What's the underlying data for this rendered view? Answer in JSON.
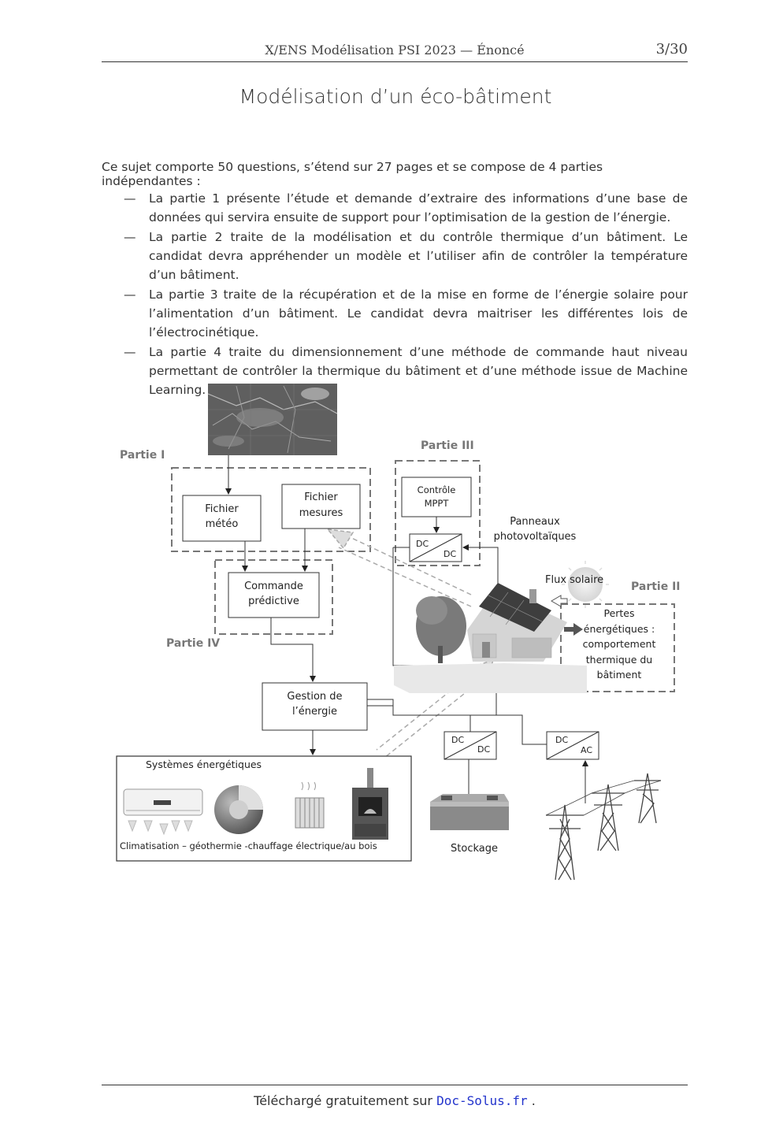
{
  "header": {
    "title": "X/ENS Modélisation PSI 2023 — Énoncé",
    "page": "3/30"
  },
  "title": "Modélisation d’un éco-bâtiment",
  "intro": "Ce sujet comporte 50 questions, s’étend sur 27 pages et se compose de 4 parties indépendantes :",
  "parts": [
    {
      "dash": "—",
      "text": "La partie 1 présente l’étude et demande d’extraire des informations d’une base de données qui servira ensuite de support pour l’optimisation de la gestion de l’énergie."
    },
    {
      "dash": "—",
      "text": "La partie 2 traite de la modélisation et du contrôle thermique d’un bâtiment. Le candidat devra appréhender un modèle et l’utiliser afin de contrôler la température d’un bâtiment."
    },
    {
      "dash": "—",
      "text": "La partie 3 traite de la récupération et de la mise en forme de l’énergie solaire pour l’alimentation d’un bâtiment. Le candidat devra maitriser les différentes lois de l’électrocinétique."
    },
    {
      "dash": "—",
      "text": "La partie 4 traite du dimensionnement d’une méthode de commande haut niveau permettant de contrôler la thermique du bâtiment et d’une méthode issue de Machine Learning."
    }
  ],
  "diagram": {
    "partie1": "Partie I",
    "partie2": "Partie II",
    "partie3": "Partie III",
    "partie4": "Partie IV",
    "fichier_meteo": [
      "Fichier",
      "météo"
    ],
    "fichier_mesures": [
      "Fichier",
      "mesures"
    ],
    "commande": [
      "Commande",
      "prédictive"
    ],
    "gestion": [
      "Gestion de",
      "l’énergie"
    ],
    "mppt": [
      "Contrôle",
      "MPPT"
    ],
    "panneaux": [
      "Panneaux",
      "photovoltaïques"
    ],
    "flux": "Flux solaire",
    "pertes": [
      "Pertes",
      "énergétiques :",
      "comportement",
      "thermique du",
      "bâtiment"
    ],
    "dc": "DC",
    "ac": "AC",
    "systemes": "Systèmes énergétiques",
    "systemes_caption": "Climatisation – géothermie -chauffage électrique/au bois",
    "stockage": "Stockage"
  },
  "footer": {
    "prefix": "Téléchargé gratuitement sur",
    "link": "Doc-Solus.fr",
    "suffix": "."
  }
}
